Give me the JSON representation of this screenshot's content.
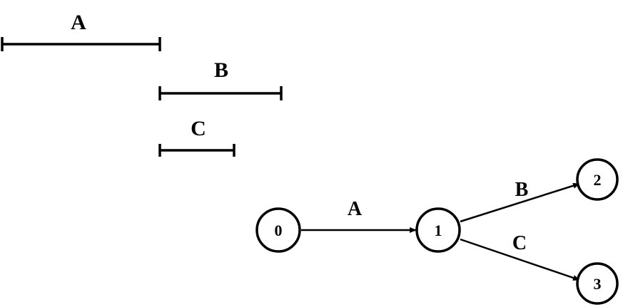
{
  "colors": {
    "stroke": "#000000",
    "background": "#ffffff"
  },
  "activity_bars": [
    {
      "label": "A"
    },
    {
      "label": "B"
    },
    {
      "label": "C"
    }
  ],
  "nodes": [
    {
      "label": "0"
    },
    {
      "label": "1"
    },
    {
      "label": "2"
    },
    {
      "label": "3"
    }
  ],
  "edges": [
    {
      "label": "A",
      "from": "0",
      "to": "1"
    },
    {
      "label": "B",
      "from": "1",
      "to": "2"
    },
    {
      "label": "C",
      "from": "1",
      "to": "3"
    }
  ]
}
